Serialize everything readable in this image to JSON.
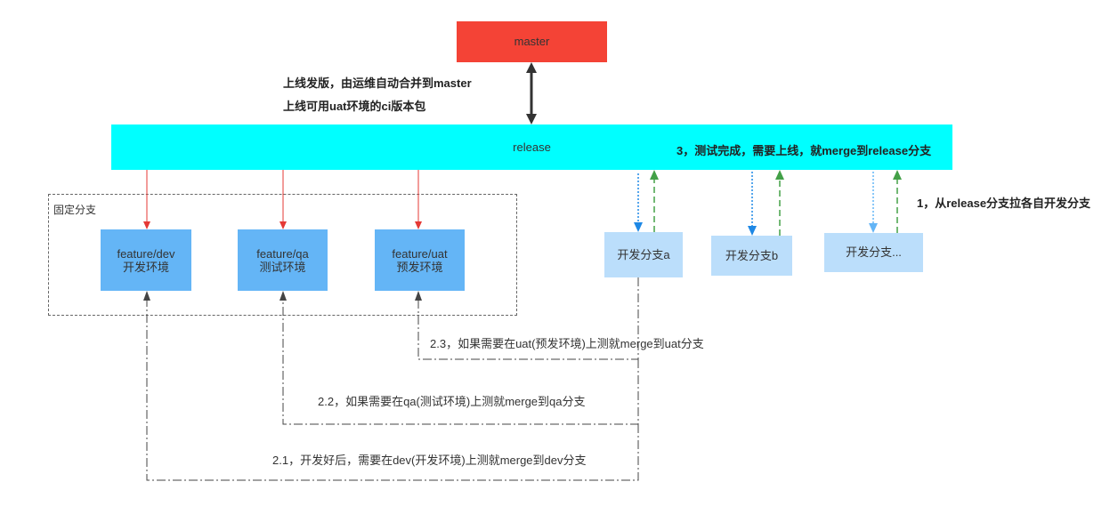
{
  "diagram": {
    "master": {
      "label": "master"
    },
    "release": {
      "label": "release"
    },
    "notes": {
      "release_to_master_line1": "上线发版，由运维自动合并到master",
      "release_to_master_line2": "上线可用uat环境的ci版本包",
      "merge_to_release": "3，测试完成，需要上线，就merge到release分支",
      "pull_from_release": "1，从release分支拉各自开发分支",
      "merge_to_uat": "2.3，如果需要在uat(预发环境)上测就merge到uat分支",
      "merge_to_qa": "2.2，如果需要在qa(测试环境)上测就merge到qa分支",
      "merge_to_dev": "2.1，开发好后，需要在dev(开发环境)上测就merge到dev分支"
    },
    "fixed_group": {
      "label": "固定分支",
      "branches": [
        {
          "name": "feature/dev",
          "env": "开发环境"
        },
        {
          "name": "feature/qa",
          "env": "测试环境"
        },
        {
          "name": "feature/uat",
          "env": "预发环境"
        }
      ]
    },
    "dev_branches": [
      {
        "label": "开发分支a"
      },
      {
        "label": "开发分支b"
      },
      {
        "label": "开发分支..."
      }
    ]
  },
  "colors": {
    "master": "#F44336",
    "release": "#00FFFF",
    "fixed_branch": "#64B5F6",
    "dev_branch": "#BBDEFB",
    "branch_from_release": "#E53935",
    "pull_arrow": "#1E88E5",
    "pull_arrow_light": "#64B5F6",
    "merge_up_arrow": "#43A047",
    "merge_down_line": "#444444"
  }
}
